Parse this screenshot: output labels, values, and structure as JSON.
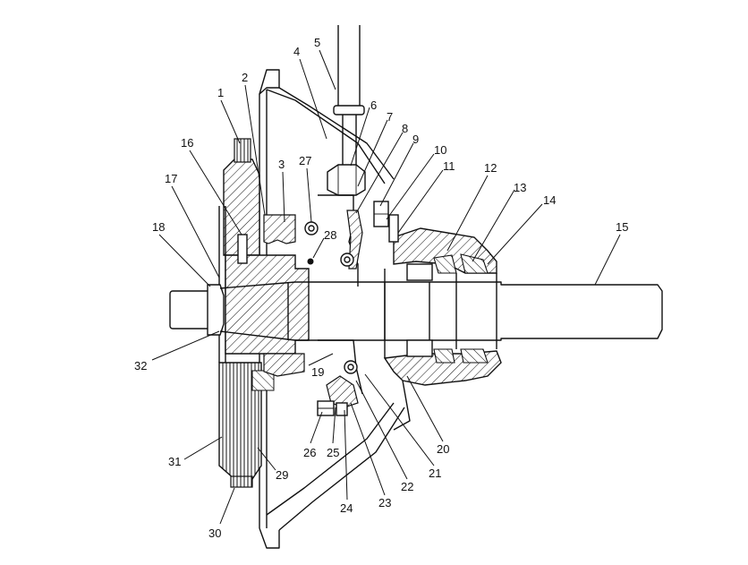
{
  "drawing": {
    "type": "mechanical cross-section assembly",
    "callouts": [
      {
        "id": "c1",
        "label": "1"
      },
      {
        "id": "c2",
        "label": "2"
      },
      {
        "id": "c3",
        "label": "3"
      },
      {
        "id": "c4",
        "label": "4"
      },
      {
        "id": "c5",
        "label": "5"
      },
      {
        "id": "c6",
        "label": "6"
      },
      {
        "id": "c7",
        "label": "7"
      },
      {
        "id": "c8",
        "label": "8"
      },
      {
        "id": "c9",
        "label": "9"
      },
      {
        "id": "c10",
        "label": "10"
      },
      {
        "id": "c11",
        "label": "11"
      },
      {
        "id": "c12",
        "label": "12"
      },
      {
        "id": "c13",
        "label": "13"
      },
      {
        "id": "c14",
        "label": "14"
      },
      {
        "id": "c15",
        "label": "15"
      },
      {
        "id": "c16",
        "label": "16"
      },
      {
        "id": "c17",
        "label": "17"
      },
      {
        "id": "c18",
        "label": "18"
      },
      {
        "id": "c19",
        "label": "19"
      },
      {
        "id": "c20",
        "label": "20"
      },
      {
        "id": "c21",
        "label": "21"
      },
      {
        "id": "c22",
        "label": "22"
      },
      {
        "id": "c23",
        "label": "23"
      },
      {
        "id": "c24",
        "label": "24"
      },
      {
        "id": "c25",
        "label": "25"
      },
      {
        "id": "c26",
        "label": "26"
      },
      {
        "id": "c27",
        "label": "27"
      },
      {
        "id": "c28",
        "label": "28"
      },
      {
        "id": "c29",
        "label": "29"
      },
      {
        "id": "c30",
        "label": "30"
      },
      {
        "id": "c31",
        "label": "31"
      },
      {
        "id": "c32",
        "label": "32"
      }
    ]
  }
}
